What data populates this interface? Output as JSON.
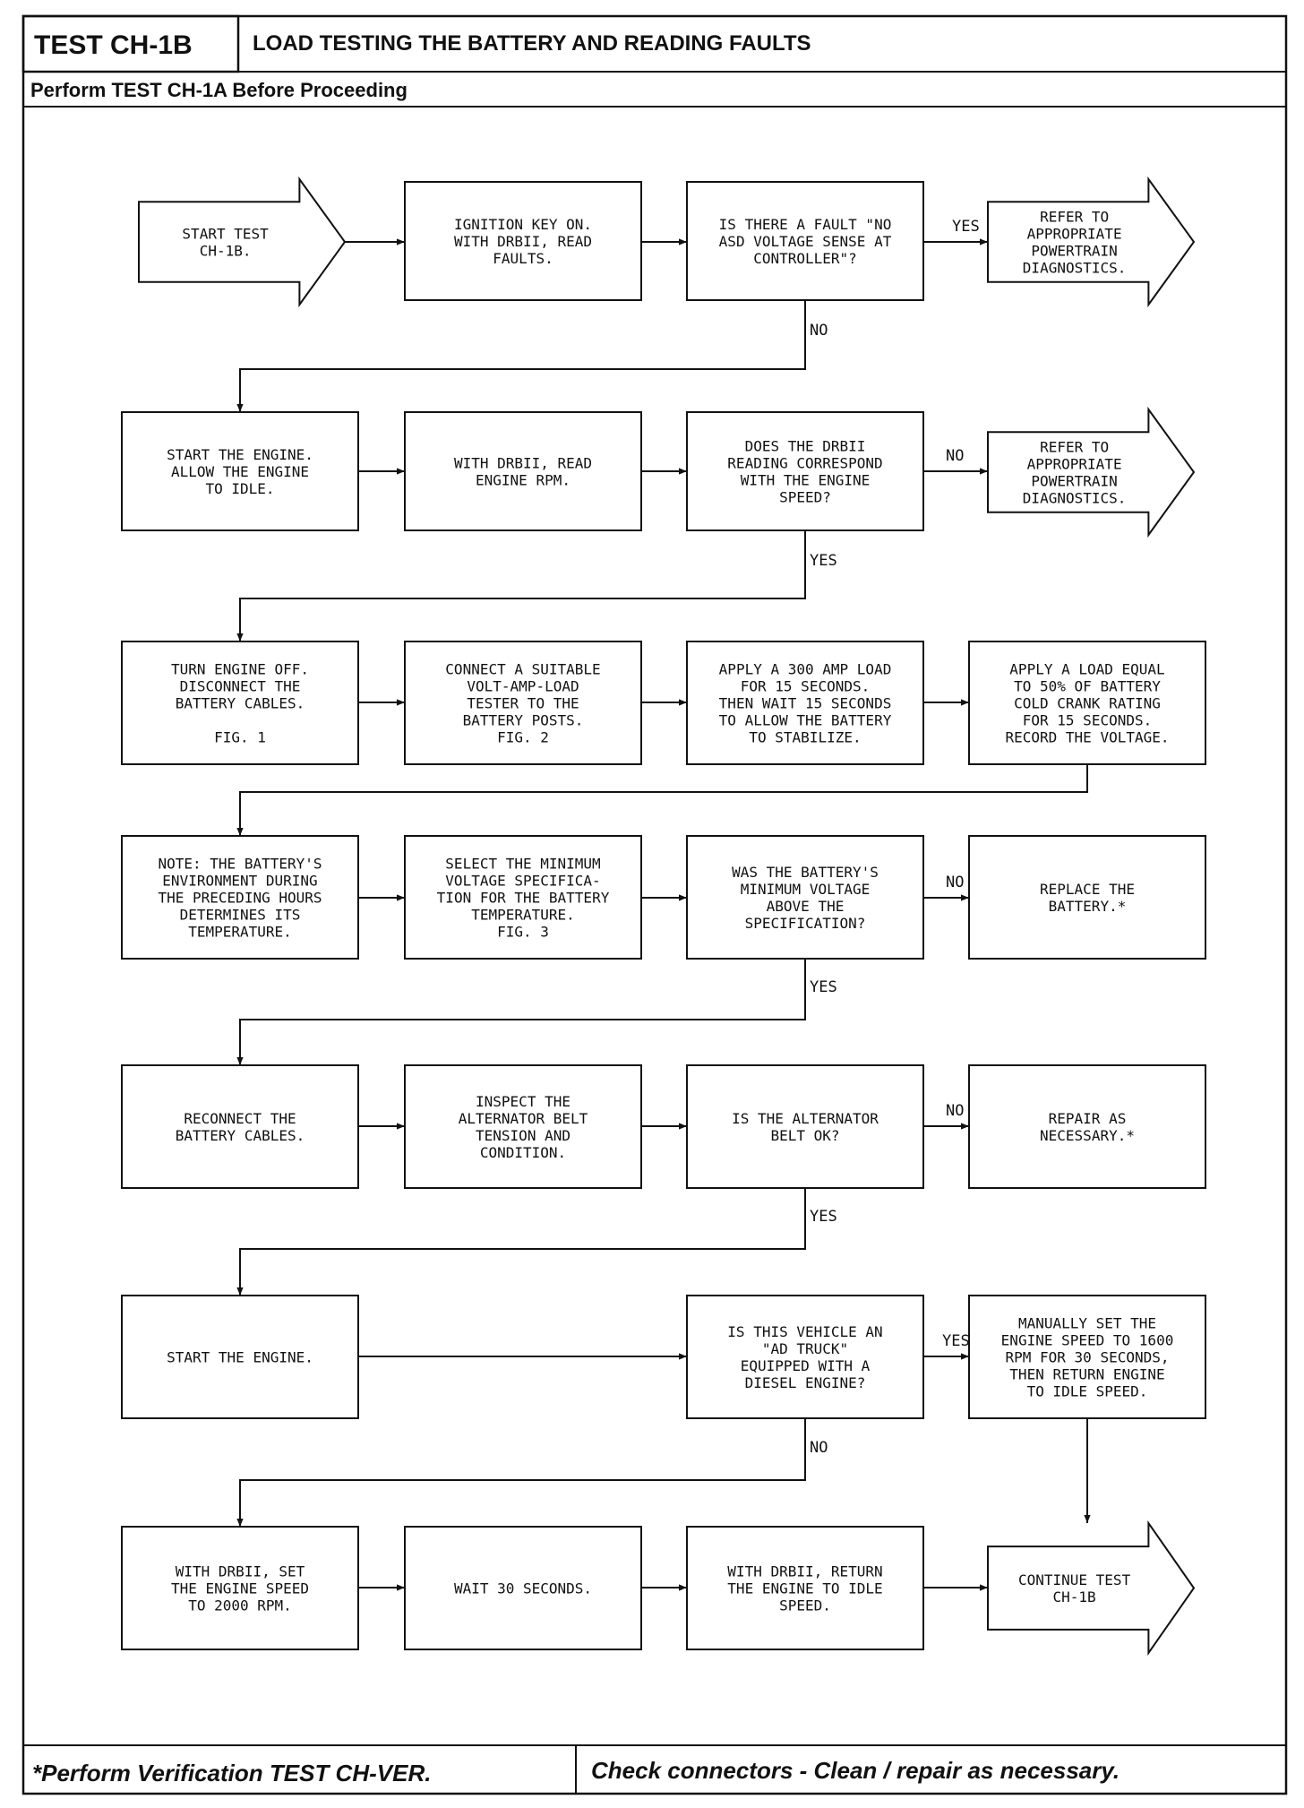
{
  "header": {
    "test_id": "TEST CH-1B",
    "title": "LOAD TESTING THE BATTERY AND READING FAULTS",
    "subtitle": "Perform TEST CH-1A Before Proceeding"
  },
  "footer": {
    "left": "*Perform Verification TEST CH-VER.",
    "right": "Check connectors - Clean / repair as necessary."
  },
  "colors": {
    "ink": "#111111",
    "paper": "#ffffff"
  },
  "nodes": [
    {
      "id": "start",
      "shape": "arrow",
      "lines": [
        "START TEST",
        "CH-1B."
      ]
    },
    {
      "id": "r1b",
      "shape": "box",
      "lines": [
        "IGNITION KEY ON.",
        "WITH DRBII, READ",
        "FAULTS."
      ]
    },
    {
      "id": "r1c",
      "shape": "box",
      "lines": [
        "IS THERE A FAULT \"NO",
        "ASD VOLTAGE SENSE AT",
        "CONTROLLER\"?"
      ]
    },
    {
      "id": "r1d",
      "shape": "arrow",
      "lines": [
        "REFER TO",
        "APPROPRIATE",
        "POWERTRAIN",
        "DIAGNOSTICS."
      ]
    },
    {
      "id": "r2a",
      "shape": "box",
      "lines": [
        "START THE ENGINE.",
        "ALLOW THE ENGINE",
        "TO IDLE."
      ]
    },
    {
      "id": "r2b",
      "shape": "box",
      "lines": [
        "WITH DRBII, READ",
        "ENGINE RPM."
      ]
    },
    {
      "id": "r2c",
      "shape": "box",
      "lines": [
        "DOES THE DRBII",
        "READING CORRESPOND",
        "WITH THE ENGINE",
        "SPEED?"
      ]
    },
    {
      "id": "r2d",
      "shape": "arrow",
      "lines": [
        "REFER TO",
        "APPROPRIATE",
        "POWERTRAIN",
        "DIAGNOSTICS."
      ]
    },
    {
      "id": "r3a",
      "shape": "box",
      "lines": [
        "TURN ENGINE OFF.",
        "DISCONNECT THE",
        "BATTERY CABLES.",
        "",
        "FIG. 1"
      ]
    },
    {
      "id": "r3b",
      "shape": "box",
      "lines": [
        "CONNECT A SUITABLE",
        "VOLT-AMP-LOAD",
        "TESTER TO THE",
        "BATTERY POSTS.",
        "FIG. 2"
      ]
    },
    {
      "id": "r3c",
      "shape": "box",
      "lines": [
        "APPLY A 300 AMP LOAD",
        "FOR 15 SECONDS.",
        "THEN WAIT 15 SECONDS",
        "TO ALLOW THE BATTERY",
        "TO STABILIZE."
      ]
    },
    {
      "id": "r3d",
      "shape": "box",
      "lines": [
        "APPLY A LOAD EQUAL",
        "TO 50% OF BATTERY",
        "COLD CRANK RATING",
        "FOR 15 SECONDS.",
        "RECORD THE VOLTAGE."
      ]
    },
    {
      "id": "r4a",
      "shape": "box",
      "lines": [
        "NOTE: THE BATTERY'S",
        "ENVIRONMENT DURING",
        "THE PRECEDING HOURS",
        "DETERMINES ITS",
        "TEMPERATURE."
      ]
    },
    {
      "id": "r4b",
      "shape": "box",
      "lines": [
        "SELECT THE MINIMUM",
        "VOLTAGE SPECIFICA-",
        "TION FOR THE BATTERY",
        "TEMPERATURE.",
        "FIG. 3"
      ]
    },
    {
      "id": "r4c",
      "shape": "box",
      "lines": [
        "WAS THE BATTERY'S",
        "MINIMUM VOLTAGE",
        "ABOVE THE",
        "SPECIFICATION?"
      ]
    },
    {
      "id": "r4d",
      "shape": "box",
      "lines": [
        "REPLACE THE",
        "BATTERY.*"
      ]
    },
    {
      "id": "r5a",
      "shape": "box",
      "lines": [
        "RECONNECT THE",
        "BATTERY CABLES."
      ]
    },
    {
      "id": "r5b",
      "shape": "box",
      "lines": [
        "INSPECT THE",
        "ALTERNATOR BELT",
        "TENSION AND",
        "CONDITION."
      ]
    },
    {
      "id": "r5c",
      "shape": "box",
      "lines": [
        "IS THE ALTERNATOR",
        "BELT OK?"
      ]
    },
    {
      "id": "r5d",
      "shape": "box",
      "lines": [
        "REPAIR AS",
        "NECESSARY.*"
      ]
    },
    {
      "id": "r6a",
      "shape": "box",
      "lines": [
        "START THE ENGINE."
      ]
    },
    {
      "id": "r6c",
      "shape": "box",
      "lines": [
        "IS THIS VEHICLE AN",
        "\"AD TRUCK\"",
        "EQUIPPED WITH A",
        "DIESEL ENGINE?"
      ]
    },
    {
      "id": "r6d",
      "shape": "box",
      "lines": [
        "MANUALLY SET THE",
        "ENGINE SPEED TO 1600",
        "RPM FOR 30 SECONDS,",
        "THEN RETURN ENGINE",
        "TO IDLE SPEED."
      ]
    },
    {
      "id": "r7a",
      "shape": "box",
      "lines": [
        "WITH DRBII, SET",
        "THE ENGINE SPEED",
        "TO 2000 RPM."
      ]
    },
    {
      "id": "r7b",
      "shape": "box",
      "lines": [
        "WAIT 30 SECONDS."
      ]
    },
    {
      "id": "r7c",
      "shape": "box",
      "lines": [
        "WITH DRBII, RETURN",
        "THE ENGINE TO IDLE",
        "SPEED."
      ]
    },
    {
      "id": "r7d",
      "shape": "arrow",
      "lines": [
        "CONTINUE TEST",
        "CH-1B"
      ]
    }
  ],
  "edges": [
    {
      "from": "start",
      "to": "r1b",
      "label": ""
    },
    {
      "from": "r1b",
      "to": "r1c",
      "label": ""
    },
    {
      "from": "r1c",
      "to": "r1d",
      "label": "YES"
    },
    {
      "from": "r1c",
      "to": "r2a",
      "label": "NO"
    },
    {
      "from": "r2a",
      "to": "r2b",
      "label": ""
    },
    {
      "from": "r2b",
      "to": "r2c",
      "label": ""
    },
    {
      "from": "r2c",
      "to": "r2d",
      "label": "NO"
    },
    {
      "from": "r2c",
      "to": "r3a",
      "label": "YES"
    },
    {
      "from": "r3a",
      "to": "r3b",
      "label": ""
    },
    {
      "from": "r3b",
      "to": "r3c",
      "label": ""
    },
    {
      "from": "r3c",
      "to": "r3d",
      "label": ""
    },
    {
      "from": "r3d",
      "to": "r4a",
      "label": ""
    },
    {
      "from": "r4a",
      "to": "r4b",
      "label": ""
    },
    {
      "from": "r4b",
      "to": "r4c",
      "label": ""
    },
    {
      "from": "r4c",
      "to": "r4d",
      "label": "NO"
    },
    {
      "from": "r4c",
      "to": "r5a",
      "label": "YES"
    },
    {
      "from": "r5a",
      "to": "r5b",
      "label": ""
    },
    {
      "from": "r5b",
      "to": "r5c",
      "label": ""
    },
    {
      "from": "r5c",
      "to": "r5d",
      "label": "NO"
    },
    {
      "from": "r5c",
      "to": "r6a",
      "label": "YES"
    },
    {
      "from": "r6a",
      "to": "r6c",
      "label": ""
    },
    {
      "from": "r6c",
      "to": "r6d",
      "label": "YES"
    },
    {
      "from": "r6c",
      "to": "r7a",
      "label": "NO"
    },
    {
      "from": "r6d",
      "to": "r7d",
      "label": ""
    },
    {
      "from": "r7a",
      "to": "r7b",
      "label": ""
    },
    {
      "from": "r7b",
      "to": "r7c",
      "label": ""
    },
    {
      "from": "r7c",
      "to": "r7d",
      "label": ""
    }
  ]
}
